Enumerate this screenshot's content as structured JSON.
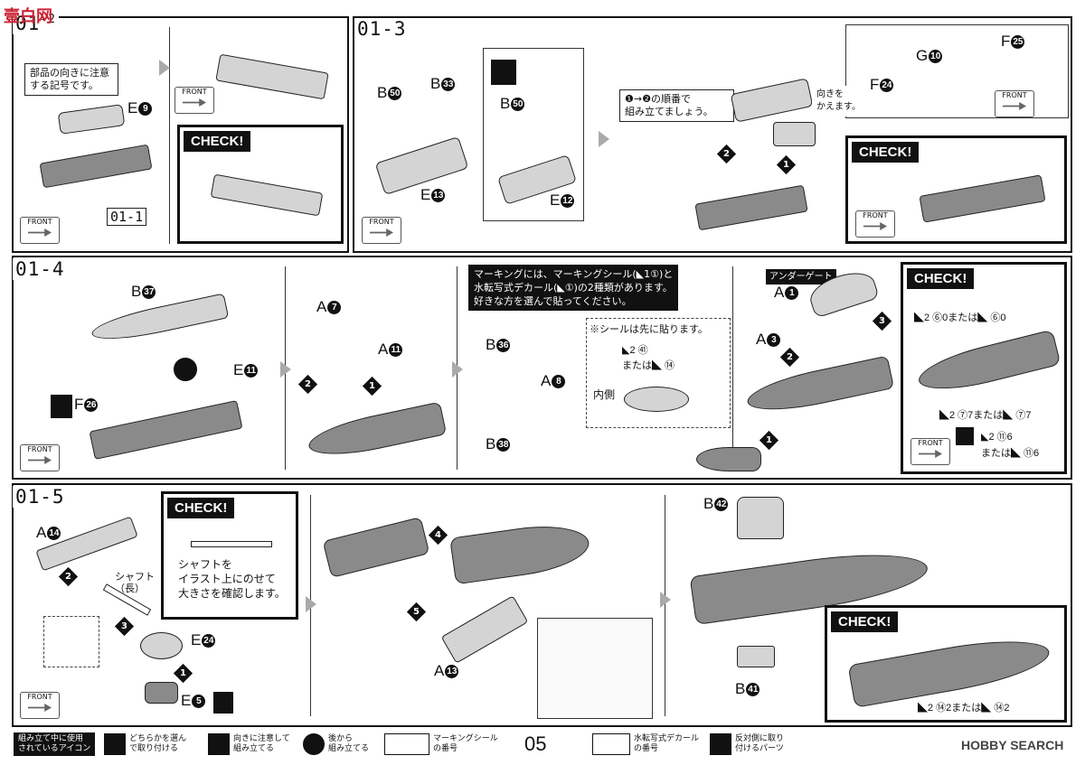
{
  "watermark": "壹白网",
  "steps": {
    "s01_2_ref": "01-1",
    "s01_3": "01-3",
    "s01_4": "01-4",
    "s01_5": "01-5"
  },
  "parts": {
    "e9": "E",
    "e9n": "9",
    "e13": "E",
    "e13n": "13",
    "e12": "E",
    "e12n": "12",
    "b50a": "B",
    "b50an": "50",
    "b33": "B",
    "b33n": "33",
    "b50b": "B",
    "b50bn": "50",
    "g10": "G",
    "g10n": "10",
    "f24": "F",
    "f24n": "24",
    "f25": "F",
    "f25n": "25",
    "b37": "B",
    "b37n": "37",
    "e11": "E",
    "e11n": "11",
    "f26": "F",
    "f26n": "26",
    "a7": "A",
    "a7n": "7",
    "a11": "A",
    "a11n": "11",
    "b36": "B",
    "b36n": "36",
    "a8": "A",
    "a8n": "8",
    "b38": "B",
    "b38n": "38",
    "a1": "A",
    "a1n": "1",
    "a3": "A",
    "a3n": "3",
    "a14": "A",
    "a14n": "14",
    "e24": "E",
    "e24n": "24",
    "e5": "E",
    "e5n": "5",
    "a13": "A",
    "a13n": "13",
    "b42": "B",
    "b42n": "42",
    "b41": "B",
    "b41n": "41"
  },
  "notes": {
    "direction": "部品の向きに注意\nする記号です。",
    "order": "❶→❷の順番で\n組み立てましょう。",
    "turn": "向きを\nかえます。",
    "marking": "マーキングには、マーキングシール(◣1①)と\n水転写式デカール(◣①)の2種類があります。\n好きな方を選んで貼ってください。",
    "seal_first": "※シールは先に貼ります。",
    "seal_or": "◣2 ㊶\nまたは◣ ⑭",
    "inner": "内側",
    "under_gate": "アンダーゲート",
    "shaft": "シャフト\n（長）",
    "shaft_check": "シャフトを\nイラスト上にのせて\n大きさを確認します。"
  },
  "check": {
    "label": "CHECK!",
    "c4_line1": "◣2 ⑥0または◣ ⑥0",
    "c4_line2": "◣2 ⑦7または◣ ⑦7",
    "c4_line3": "◣2 ⑪6",
    "c4_line4": "または◣ ⑪6",
    "c5_line": "◣2 ⑭2または◣ ⑭2"
  },
  "front_label": "FRONT",
  "footer": {
    "legend_title": "組み立て中に使用\nされているアイコン",
    "icon1": "どちらかを選ん\nで取り付ける",
    "icon2": "向きに注意して\n組み立てる",
    "icon3": "後から\n組み立てる",
    "icon4": "マーキングシール\nの番号",
    "page": "05",
    "icon5": "水転写式デカール\nの番号",
    "icon6": "反対側に取り\n付けるパーツ",
    "brand": "HOBBY SEARCH"
  }
}
